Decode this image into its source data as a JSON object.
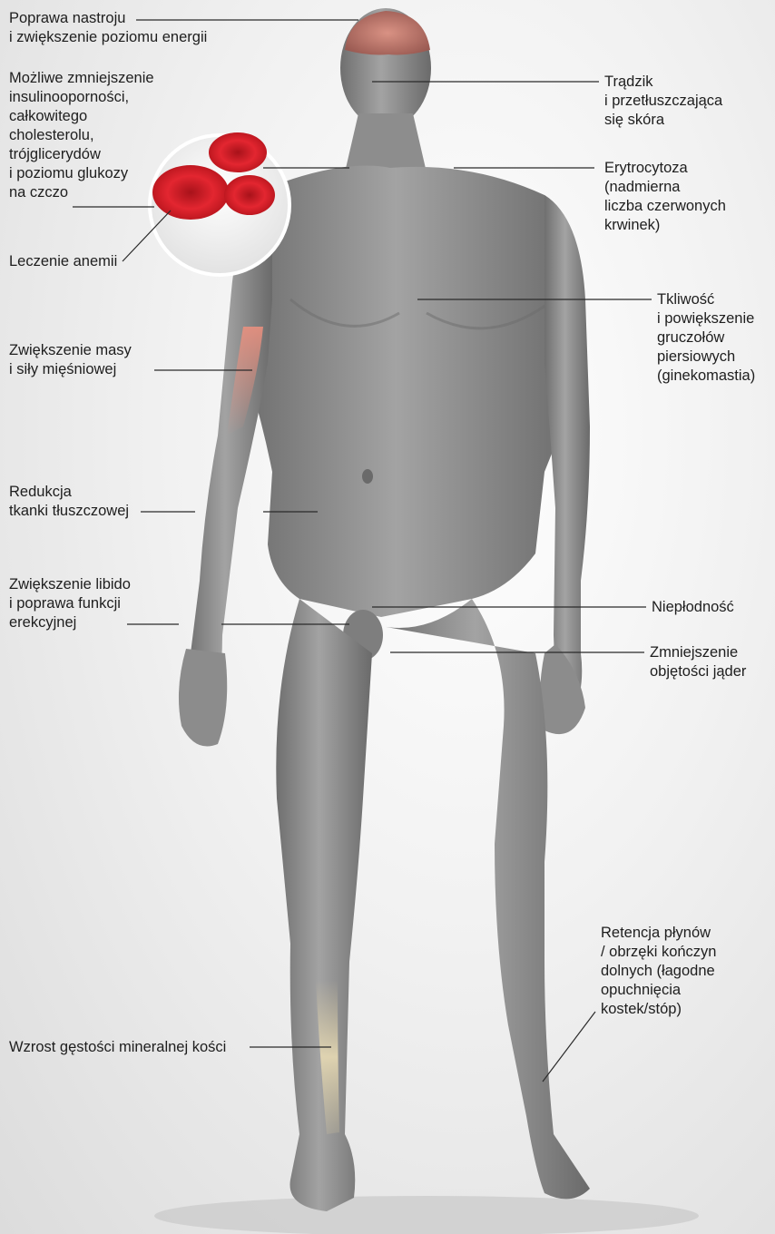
{
  "colors": {
    "background": "#eeeeee",
    "body": "#8f8f8f",
    "blood": "#d9202a",
    "brain": "#c97a6a",
    "muscle": "#e8897a",
    "text": "#1e1e1e"
  },
  "labels": {
    "mood": [
      "Poprawa nastroju",
      "i zwiększenie poziomu energii"
    ],
    "insulin": [
      "Możliwe zmniejszenie",
      "insulinooporności,",
      "całkowitego",
      "cholesterolu,",
      "trójglicerydów",
      "i poziomu glukozy",
      "na czczo"
    ],
    "anemia": [
      "Leczenie anemii"
    ],
    "muscle": [
      "Zwiększenie masy",
      "i siły mięśniowej"
    ],
    "fat": [
      "Redukcja",
      "tkanki tłuszczowej"
    ],
    "libido": [
      "Zwiększenie libido",
      "i poprawa funkcji",
      "erekcyjnej"
    ],
    "bone": [
      "Wzrost gęstości mineralnej kości"
    ],
    "acne": [
      "Trądzik",
      "i przetłuszczająca",
      "się skóra"
    ],
    "erythro": [
      "Erytrocytoza",
      "(nadmierna",
      "liczba czerwonych",
      "krwinek)"
    ],
    "gyneco": [
      "Tkliwość",
      "i powiększenie",
      "gruczołów",
      "piersiowych",
      "(ginekomastia)"
    ],
    "infertility": [
      "Niepłodność"
    ],
    "testes": [
      "Zmniejszenie",
      "objętości jąder"
    ],
    "edema": [
      "Retencja płynów",
      "/ obrzęki kończyn",
      "dolnych (łagodne",
      "opuchnięcia",
      "kostek/stóp)"
    ]
  }
}
